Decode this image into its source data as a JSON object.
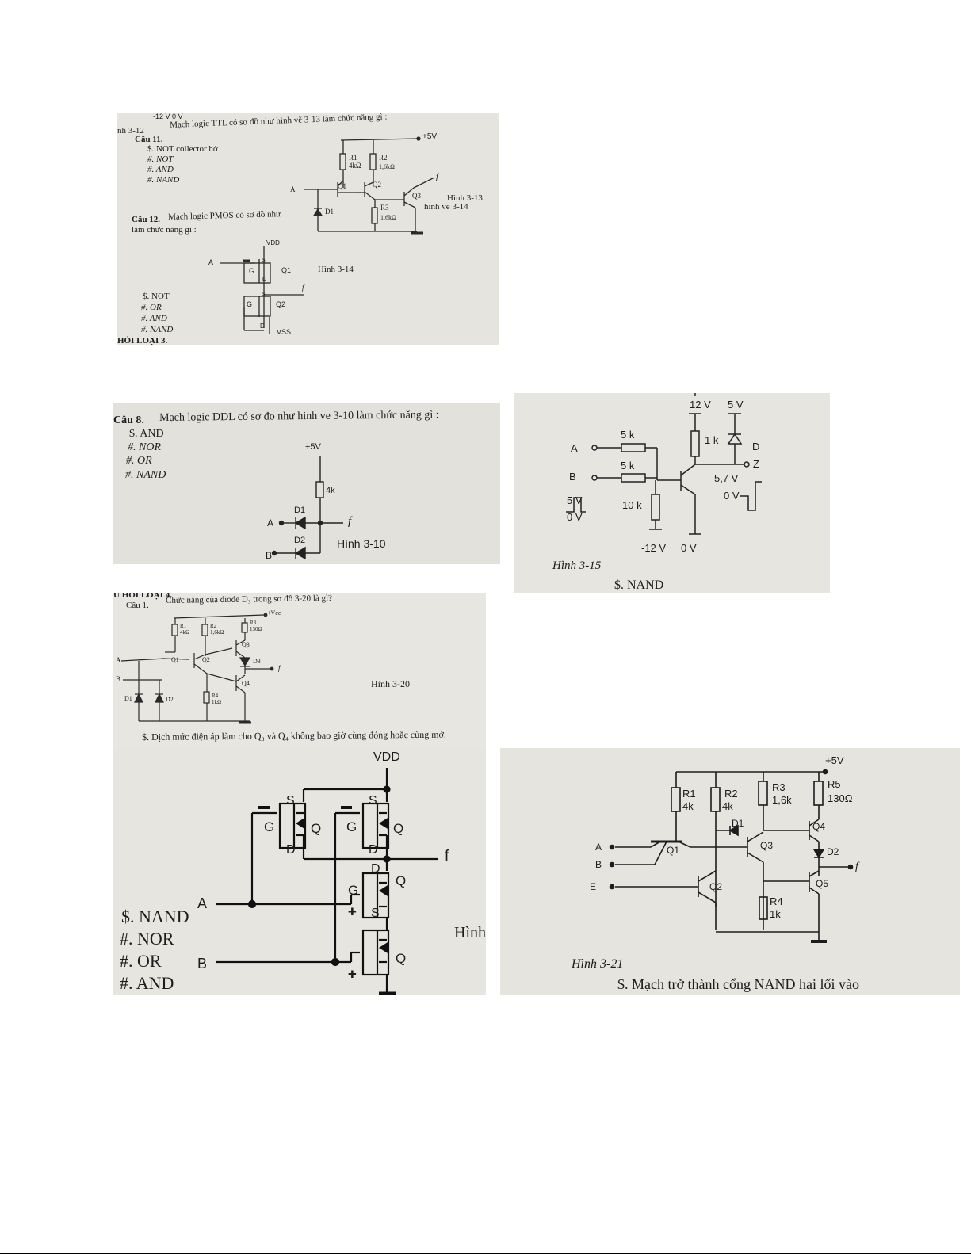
{
  "p1": {
    "top_cut": "-12 V   0 V",
    "left_cut": "nh 3-12",
    "q11": {
      "num": "Câu 11.",
      "text": "Mạch logic TTL có sơ đồ như hình vẽ 3-13 làm chức năng gì :",
      "opts": [
        "$. NOT collector hở",
        "#. NOT",
        "#. AND",
        "#. NAND"
      ]
    },
    "ttl": {
      "vcc": "+5V",
      "r1": "R1",
      "r1v": "4kΩ",
      "r2": "R2",
      "r2v": "1,6kΩ",
      "r3": "R3",
      "r3v": "1,6kΩ",
      "q1": "Q1",
      "q2": "Q2",
      "q3": "Q3",
      "d1": "D1",
      "a": "A",
      "f": "f",
      "fig": "Hình 3-13",
      "fig2": "hình vẽ 3-14"
    },
    "q12": {
      "num": "Câu 12.",
      "line1": "Mạch logic PMOS có sơ đồ như",
      "line2": "làm chức năng gì :",
      "opts": [
        "$. NOT",
        "#. OR",
        "#. AND",
        "#. NAND"
      ]
    },
    "pmos": {
      "vdd": "VDD",
      "vss": "VSS",
      "a": "A",
      "f": "f",
      "q1": "Q1",
      "q2": "Q2",
      "g": "G",
      "s": "S",
      "d": "D",
      "fig": "Hình 3-14"
    },
    "footer": "HỎI LOẠI 3."
  },
  "p2": {
    "q8": {
      "num": "Câu 8.",
      "text": "Mạch logic DDL có sơ đo như hinh ve 3-10 làm chức năng gì :",
      "opts": [
        "$. AND",
        "#. NOR",
        "#. OR",
        "#. NAND"
      ]
    },
    "ddl": {
      "vcc": "+5V",
      "r": "4k",
      "d1": "D1",
      "d2": "D2",
      "a": "A",
      "b": "B",
      "f": "f",
      "fig": "Hình 3-10"
    }
  },
  "p3": {
    "v12": "12 V",
    "v5": "5 V",
    "r5k1": "5 k",
    "r5k2": "5 k",
    "r1k": "1 k",
    "r10k": "10 k",
    "d": "D",
    "z": "Z",
    "a": "A",
    "b": "B",
    "in_hi": "5 V",
    "in_lo": "0 V",
    "out_hi": "5,7 V",
    "out_lo": "0 V",
    "vneg": "-12 V",
    "vgnd": "0 V",
    "fig": "Hình 3-15",
    "answer": "$. NAND"
  },
  "p4": {
    "header": "U HỎI LOẠI 4.",
    "q1": {
      "num": "Câu 1.",
      "text": "Chức năng của diode D₃ trong sơ đồ 3-20 là gì?"
    },
    "ckt": {
      "vcc": "+Vcc",
      "r1": "R1",
      "r1v": "4kΩ",
      "r2": "R2",
      "r2v": "1,6kΩ",
      "r3": "R3",
      "r3v": "130Ω",
      "r4": "R4",
      "r4v": "1kΩ",
      "q1": "Q1",
      "q2": "Q2",
      "q3": "Q3",
      "q4": "Q4",
      "d1": "D1",
      "d2": "D2",
      "d3": "D3",
      "a": "A",
      "b": "B",
      "f": "f",
      "fig": "Hình 3-20"
    },
    "answer": "$. Dịch mức điện áp làm cho Q₃ và Q₄ không bao giờ cùng đóng hoặc cùng mở."
  },
  "p5": {
    "vdd": "VDD",
    "g": "G",
    "s": "S",
    "d": "D",
    "q": "Q",
    "f": "f",
    "a": "A",
    "b": "B",
    "minus": "▬",
    "plus": "✚",
    "opts": [
      "$. NAND",
      "#. NOR",
      "#. OR",
      "#. AND"
    ],
    "fig_cut": "Hình"
  },
  "p6": {
    "vcc": "+5V",
    "r1": "R1",
    "r1v": "4k",
    "r2": "R2",
    "r2v": "4k",
    "r3": "R3",
    "r3v": "1,6k",
    "r4": "R4",
    "r4v": "1k",
    "r5": "R5",
    "r5v": "130Ω",
    "d1": "D1",
    "d2": "D2",
    "q1": "Q1",
    "q2": "Q2",
    "q3": "Q3",
    "q4": "Q4",
    "q5": "Q5",
    "a": "A",
    "b": "B",
    "e": "E",
    "f": "f",
    "fig": "Hình 3-21",
    "answer": "$. Mạch trở thành cổng NAND hai lối vào"
  }
}
